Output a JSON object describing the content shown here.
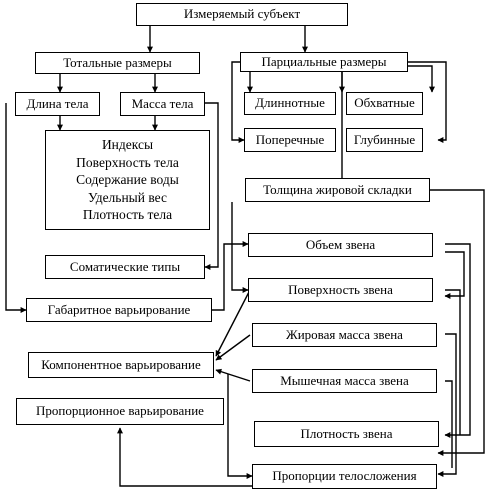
{
  "nodes": {
    "subject": "Измеряемый субъект",
    "total": "Тотальные размеры",
    "partial": "Парциальные размеры",
    "length": "Длина тела",
    "mass": "Масса тела",
    "longitudinal": "Длиннотные",
    "girth": "Обхватные",
    "transverse": "Поперечные",
    "depth": "Глубинные",
    "indices": [
      "Индексы",
      "Поверхность тела",
      "Содержание воды",
      "Удельный вес",
      "Плотность тела"
    ],
    "skinfold": "Толщина жировой складки",
    "somatic": "Соматические типы",
    "overall": "Габаритное варьирование",
    "seg_volume": "Объем звена",
    "seg_surface": "Поверхность звена",
    "seg_fat": "Жировая масса звена",
    "component": "Компонентное варьирование",
    "seg_muscle": "Мышечная масса звена",
    "proportional": "Пропорционное варьирование",
    "seg_density": "Плотность звена",
    "proportions": "Пропорции телосложения"
  }
}
